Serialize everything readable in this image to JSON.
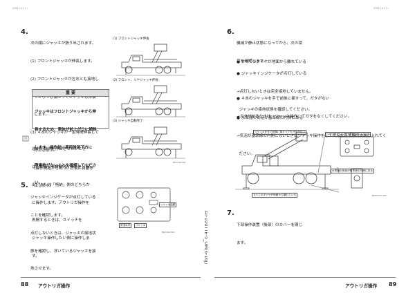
{
  "header": {
    "left": "AT88-1A-F1 r",
    "right": "AT88-1A-F1 r"
  },
  "left": {
    "step4_num": "4.",
    "step4_lines": [
      "次の順にジャッキが張り出されます。",
      "(1) フロントジャッキが伸長します。",
      "(2) フロントジャッキが左右とも接地し",
      "   てから３秒後にリヤジャッキも伸長",
      "   します。",
      "(3) ４本のジャッキが一定時間伸長して",
      "   停止します。",
      "   (操作開始から約 20 秒後に自動停",
      "   止します)"
    ],
    "warning_title": "重 要",
    "warning_lines": [
      "ジャッキはフロントジャッキから伸",
      "長するため、車体が前上がりに傾斜",
      "します。操作前に車両後部下方に",
      "障害物がないことを確認してくださ",
      "い。"
    ],
    "note_lines": [
      "途中で動作を停止させたいとき",
      "は、ジャッキ自動スイッチを「張",
      "出」または「格納」側のどちらか",
      "に操作します。アウトリガ操作を",
      "再開するときは、スイッチを",
      "ジャッキ操作したい側に操作しま",
      "す。"
    ],
    "step5_num": "5.",
    "step5_lines": [
      "ジャッキインジケータが点灯している",
      "ことを確認します。",
      "点灯しないときは、ジャッキの接地状",
      "態を確認し、浮いているジャッキを接",
      "地させます。"
    ],
    "fig_cap1": "(1) フロントジャッキ伸長",
    "fig_cap2": "(2) フロント、リヤジャッキ伸長",
    "fig_cap3": "(3) ジャッキ自動完了",
    "fig_code1": "BKC190-362",
    "panel_label_auto": "ジャッキ自動",
    "panel_label_level": "気泡水平",
    "panel_label_jack": "ジャッキ",
    "fig_code2": "BKC192-363",
    "page_num": "88",
    "footer": "アウトリガ操作"
  },
  "gutter_text": "AT-100TTE-5_OM(6-16J)",
  "right": {
    "step6_num": "6.",
    "step6_lines": [
      "機械が静止状態になってから、次の項",
      "目を確認します。"
    ],
    "bullets": [
      {
        "main": "すべてのタイヤが地面から離れている",
        "subs": []
      },
      {
        "main": "ジャッキインジケータが点灯している",
        "subs": [
          "→点灯しないときは完全接地していません。",
          "  ジャッキの接地状態を確認してください。"
        ]
      },
      {
        "main": "４本のジャッキを手で前後に揺すって、ガタがない",
        "subs": [
          "→ガタがあるときは、ジャッキ操作してガタをなくしてください。"
        ]
      },
      {
        "main": "水準器の気泡が基準線の内側にある",
        "subs": [
          "→気泡が基準線の内側にないときはジャッキ操作をして気泡を基準線の内側に入れてく",
          "  ださい。"
        ]
      }
    ],
    "callout1": "ジャッキを手で前後に揺すってもガタがない",
    "callout2": "ジャッキインジケータが点灯している",
    "callout3": "水準器の気泡が基準線の内側にある",
    "callout4": "すべてのタイヤが地面から離れている",
    "fig_code": "BKH0530-484",
    "step7_num": "7.",
    "step7_lines": [
      "下部操作装置（後部）のカバーを閉じ",
      "ます。"
    ],
    "page_num": "89",
    "footer": "アウトリガ操作"
  }
}
